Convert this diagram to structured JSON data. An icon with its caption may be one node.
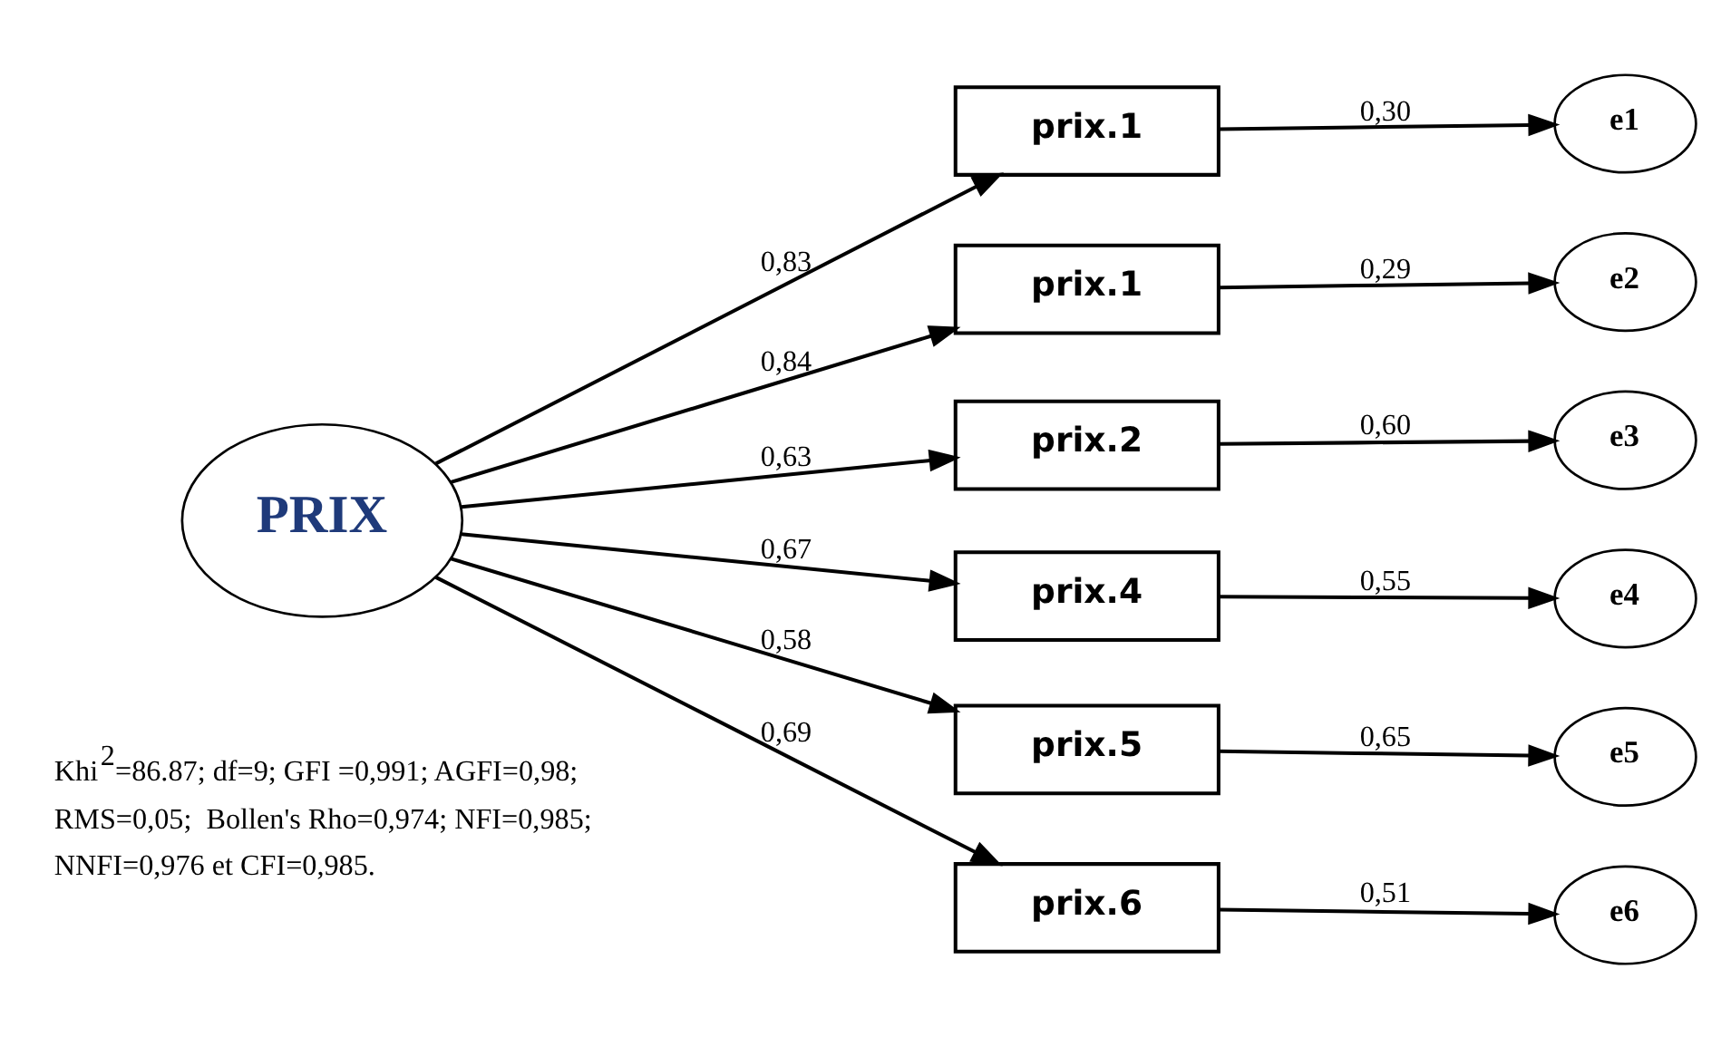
{
  "diagram": {
    "nodes": [
      {
        "text": [
          "PRIX"
        ]
      },
      {
        "text": [
          "prix.1"
        ]
      },
      {
        "text": [
          "prix.1"
        ]
      },
      {
        "text": [
          "prix.2"
        ]
      },
      {
        "text": [
          "prix.4"
        ]
      },
      {
        "text": [
          "prix.5"
        ]
      },
      {
        "text": [
          "prix.6"
        ]
      },
      {
        "text": [
          "e1"
        ]
      },
      {
        "text": [
          "e2"
        ]
      },
      {
        "text": [
          "e3"
        ]
      },
      {
        "text": [
          "e4"
        ]
      },
      {
        "text": [
          "e5"
        ]
      },
      {
        "text": [
          "e6"
        ]
      }
    ],
    "edges": [
      {
        "from": 0,
        "to": 1,
        "arrow": "to",
        "label": "0,83"
      },
      {
        "from": 0,
        "to": 2,
        "arrow": "to",
        "label": "0,84"
      },
      {
        "from": 0,
        "to": 3,
        "arrow": "to",
        "label": "0,63"
      },
      {
        "from": 0,
        "to": 4,
        "arrow": "to",
        "label": "0,67"
      },
      {
        "from": 0,
        "to": 5,
        "arrow": "to",
        "label": "0,58"
      },
      {
        "from": 0,
        "to": 6,
        "arrow": "to",
        "label": "0,69"
      },
      {
        "from": 1,
        "to": 7,
        "arrow": "to",
        "label": "0,30"
      },
      {
        "from": 2,
        "to": 8,
        "arrow": "to",
        "label": "0,29"
      },
      {
        "from": 3,
        "to": 9,
        "arrow": "to",
        "label": "0,60"
      },
      {
        "from": 4,
        "to": 10,
        "arrow": "to",
        "label": "0,55"
      },
      {
        "from": 5,
        "to": 11,
        "arrow": "to",
        "label": "0,65"
      },
      {
        "from": 6,
        "to": 12,
        "arrow": "to",
        "label": "0,51"
      }
    ],
    "labels": [
      "Khi$^{2}$=86.87; df=9; GFI =0,991; AGFI=0,98;",
      "RMS=0,05;  Bollen's Rho=0,974; NFI=0,985;",
      "NNFI=0,976 et CFI=0,985."
    ]
  }
}
